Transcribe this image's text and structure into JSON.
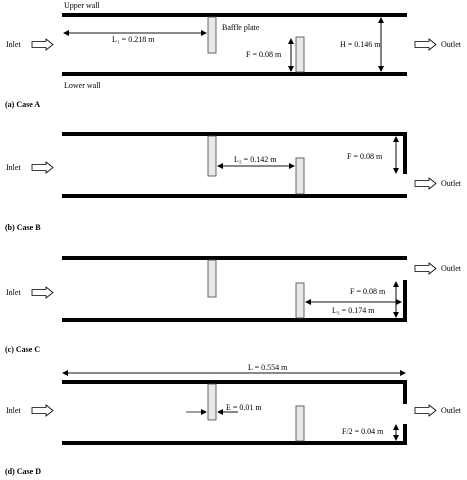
{
  "labels": {
    "inlet": "Inlet",
    "outlet": "Outlet",
    "upper_wall": "Upper wall",
    "lower_wall": "Lower wall",
    "baffle_plate": "Baffle plate"
  },
  "case_a": {
    "caption": "(a) Case A",
    "l1": "L₁ = 0.218 m",
    "f": "F = 0.08 m",
    "h": "H = 0.146 m"
  },
  "case_b": {
    "caption": "(b) Case B",
    "l2": "L₂ = 0.142 m",
    "f": "F = 0.08 m"
  },
  "case_c": {
    "caption": "(c) Case C",
    "f": "F = 0.08 m",
    "l3": "L₃ = 0.174 m"
  },
  "case_d": {
    "caption": "(d) Case D",
    "l": "L = 0.554 m",
    "e": "E = 0.01 m",
    "f2": "F/2 = 0.04 m"
  }
}
